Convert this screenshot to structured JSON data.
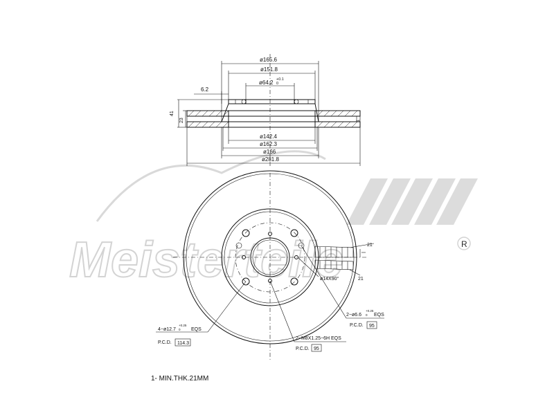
{
  "dimensions": {
    "d165_6": "ø165.6",
    "d151_8": "ø151.8",
    "d64_2": "ø64.2",
    "d64_2_tol": "+0.1",
    "d64_2_tol0": "0",
    "w6_2": "6.2",
    "h41": "41",
    "h23": "23",
    "d142_4": "ø142.4",
    "d162_3": "ø162.3",
    "d166": "ø166",
    "d281_8": "ø281.8",
    "n21a": "21",
    "n21b": "21",
    "n1": "1",
    "n14x90": "ø14X90°"
  },
  "callouts": {
    "holes_12_7_prefix": "4−ø12.7",
    "holes_12_7_tol_up": "+0.25",
    "holes_12_7_tol_dn": "0",
    "holes_12_7_suffix": "EQS",
    "pcd_label_1": "P.C.D.",
    "pcd_value_1": "114.3",
    "holes_6_6_prefix": "2−ø6.6",
    "holes_6_6_tol_up": "+0.25",
    "holes_6_6_tol_dn": "0",
    "holes_6_6_suffix": "EQS",
    "pcd_label_2": "P.C.D.",
    "pcd_value_2": "95",
    "thread": "2−M8X1.25−6H EQS",
    "pcd_label_3": "P.C.D.",
    "pcd_value_3": "95"
  },
  "note": "1- MIN.THK.21MM",
  "watermark": {
    "text": "Meisterteile",
    "registered": "R"
  }
}
